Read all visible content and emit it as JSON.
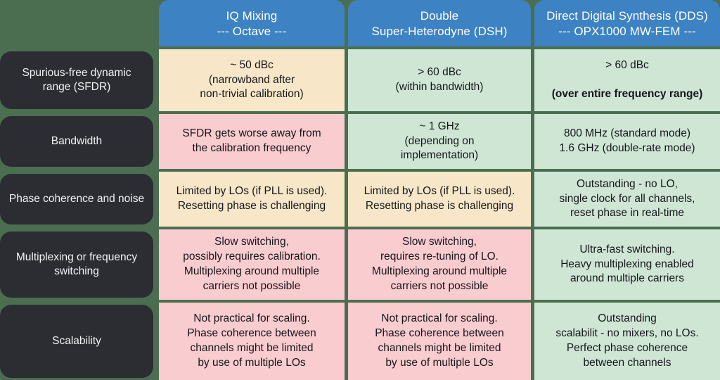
{
  "background_color": "#4c6e50",
  "theme": {
    "header_blue": "#3d82c2",
    "label_dark": "#2b2d33",
    "cream": "#f7e7c8",
    "mint": "#cfe6d5",
    "pink": "#f9ccd0",
    "text_dark": "#15161a",
    "text_light": "#ffffff"
  },
  "columns": [
    {
      "line1": "IQ Mixing",
      "line2": "--- Octave ---"
    },
    {
      "line1": "Double",
      "line2": "Super-Heterodyne (DSH)"
    },
    {
      "line1": "Direct Digital Synthesis (DDS)",
      "line2": "--- OPX1000 MW-FEM ---"
    }
  ],
  "rows": [
    {
      "label": "Spurious-free dynamic range (SFDR)",
      "cells": [
        {
          "color": "cream",
          "text": "~ 50 dBc\n(narrowband after\nnon-trivial calibration)",
          "bold_text": ""
        },
        {
          "color": "mint",
          "text": "> 60 dBc\n(within bandwidth)",
          "bold_text": ""
        },
        {
          "color": "mint",
          "text": "> 60 dBc",
          "bold_text": "(over entire frequency range)"
        }
      ]
    },
    {
      "label": "Bandwidth",
      "cells": [
        {
          "color": "pink",
          "text": "SFDR gets worse away from\nthe calibration frequency",
          "bold_text": ""
        },
        {
          "color": "mint",
          "text": "~ 1 GHz\n(depending on\nimplementation)",
          "bold_text": ""
        },
        {
          "color": "mint",
          "text": "800 MHz (standard mode)\n1.6 GHz (double-rate mode)",
          "bold_text": ""
        }
      ]
    },
    {
      "label": "Phase coherence and noise",
      "cells": [
        {
          "color": "cream",
          "text": "Limited by LOs (if PLL is used).\nResetting phase is challenging",
          "bold_text": ""
        },
        {
          "color": "cream",
          "text": "Limited by LOs (if PLL is used).\nResetting phase is challenging",
          "bold_text": ""
        },
        {
          "color": "mint",
          "text": "Outstanding - no LO,\nsingle clock for all channels,\nreset phase in real-time",
          "bold_text": ""
        }
      ]
    },
    {
      "label": "Multiplexing or frequency switching",
      "cells": [
        {
          "color": "pink",
          "text": "Slow switching,\npossibly requires calibration.\nMultiplexing around multiple\ncarriers not possible",
          "bold_text": ""
        },
        {
          "color": "pink",
          "text": "Slow switching,\nrequires re-tuning of LO.\nMultiplexing around multiple\ncarriers not possible",
          "bold_text": ""
        },
        {
          "color": "mint",
          "text": "Ultra-fast switching.\nHeavy multiplexing enabled\naround multiple carriers",
          "bold_text": ""
        }
      ]
    },
    {
      "label": "Scalability",
      "cells": [
        {
          "color": "pink",
          "text": "Not practical for scaling.\nPhase coherence between\nchannels might be limited\nby use of multiple LOs",
          "bold_text": ""
        },
        {
          "color": "pink",
          "text": "Not practical for scaling.\nPhase coherence between\nchannels might be limited\nby use of multiple LOs",
          "bold_text": ""
        },
        {
          "color": "mint",
          "text": "Outstanding\nscalabilit - no mixers, no LOs.\nPerfect phase coherence\nbetween channels",
          "bold_text": ""
        }
      ]
    }
  ]
}
